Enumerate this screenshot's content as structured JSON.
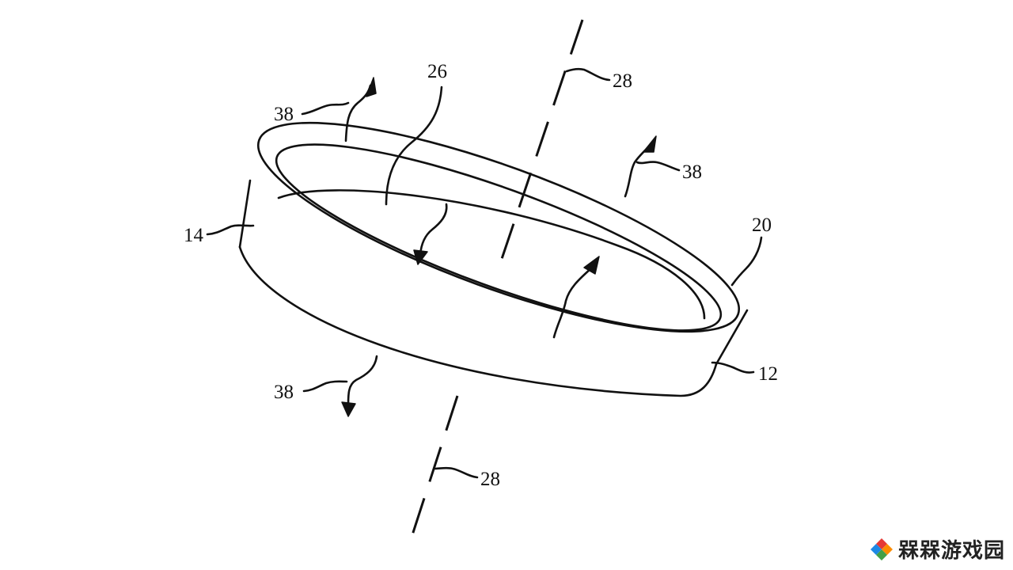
{
  "labels": {
    "axis_top": "28",
    "axis_bottom": "28",
    "heat_top_left": "38",
    "heat_top_right": "38",
    "heat_bottom_left": "38",
    "inner_surface": "26",
    "outer_wall": "14",
    "top_rim": "20",
    "bottom_wall": "12"
  },
  "watermark": {
    "text": "槑槑游戏园",
    "colors": [
      "#e53935",
      "#fb8c00",
      "#43a047",
      "#1e88e5"
    ]
  }
}
